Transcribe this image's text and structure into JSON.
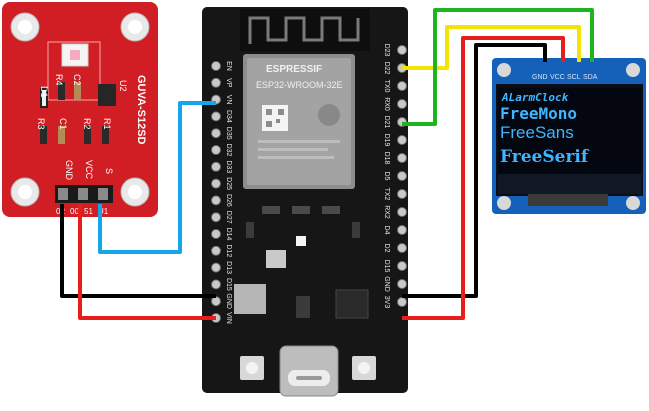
{
  "sensor": {
    "model": "GUVA-S12SD",
    "components": [
      "D1",
      "R4",
      "C2",
      "U2",
      "R3",
      "C1",
      "R2",
      "R1"
    ],
    "pins": [
      "GND",
      "VCC",
      "S"
    ],
    "footer_codes": [
      "02",
      "00",
      "51",
      "U1"
    ]
  },
  "esp32": {
    "brand": "ESPRESSIF",
    "module": "ESP32-WROOM-32E",
    "left_pins": [
      "EN",
      "VP",
      "VN",
      "D34",
      "D35",
      "D32",
      "D33",
      "D25",
      "D26",
      "D27",
      "D14",
      "D12",
      "D13",
      "D15",
      "GND",
      "VIN"
    ],
    "right_pins": [
      "D23",
      "D22",
      "TX0",
      "RX0",
      "D21",
      "D19",
      "D18",
      "D5",
      "TX2",
      "RX2",
      "D4",
      "D2",
      "D15",
      "GND",
      "3V3"
    ]
  },
  "oled": {
    "pins": [
      "GND",
      "VCC",
      "SCL",
      "SDA"
    ],
    "lines": [
      "ALarmClock",
      "FreeMono",
      "FreeSans",
      "FreeSerif"
    ],
    "text_color": "#3fb6ff",
    "screen_color": "#040710"
  },
  "wires": [
    {
      "name": "gnd-wire",
      "color": "#000000"
    },
    {
      "name": "vcc-wire",
      "color": "#e81d1d"
    },
    {
      "name": "signal-wire",
      "color": "#16a6e8"
    },
    {
      "name": "scl-wire",
      "color": "#f4e405"
    },
    {
      "name": "sda-wire",
      "color": "#1db51d"
    }
  ],
  "colors": {
    "sensor_board": "#d01e24",
    "esp_board": "#161616",
    "oled_board": "#1560b8"
  }
}
